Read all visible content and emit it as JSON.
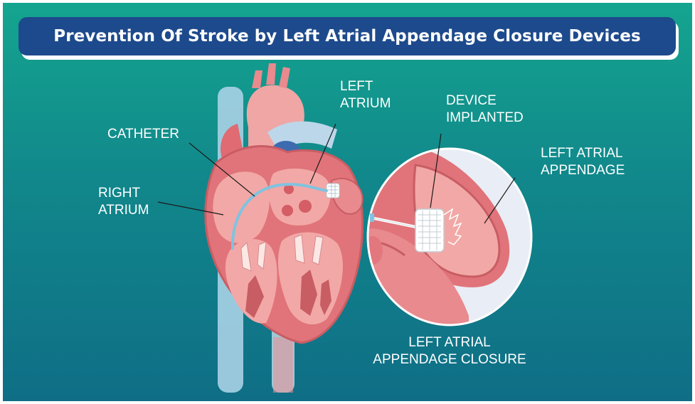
{
  "title": "Prevention Of Stroke by Left Atrial Appendage Closure Devices",
  "labels": {
    "catheter": "CATHETER",
    "right_atrium_line1": "RIGHT",
    "right_atrium_line2": "ATRIUM",
    "left_atrium_line1": "LEFT",
    "left_atrium_line2": "ATRIUM",
    "device_line1": "DEVICE",
    "device_line2": "IMPLANTED",
    "laa_line1": "LEFT ATRIAL",
    "laa_line2": "APPENDAGE",
    "closure_line1": "LEFT ATRIAL",
    "closure_line2": "APPENDAGE CLOSURE"
  },
  "colors": {
    "background_top": "#14a58f",
    "background_bottom": "#0f6e86",
    "title_bar": "#1d4a8c",
    "heart_tissue": "#e0747a",
    "heart_inner": "#f2a8a6",
    "vessel": "#a8d2e6",
    "catheter": "#7fc3e0"
  }
}
